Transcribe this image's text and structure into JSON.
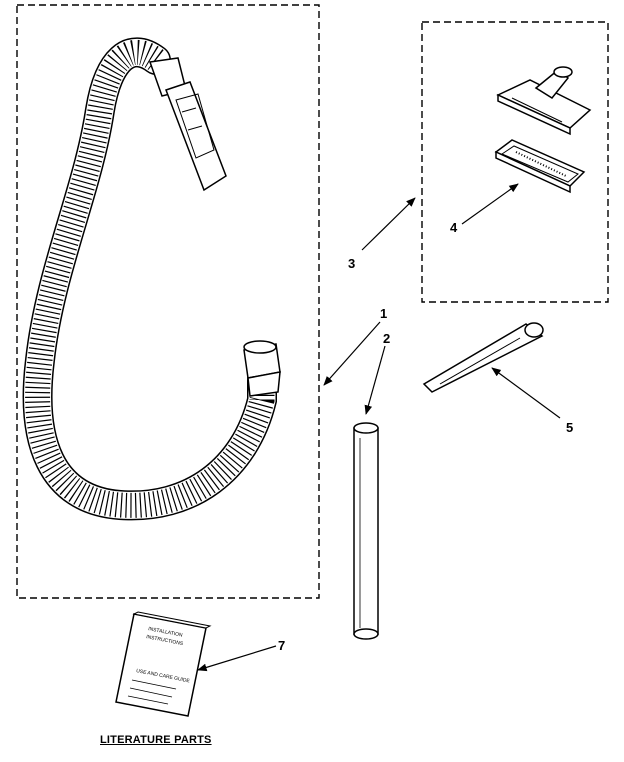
{
  "callouts": {
    "c1": "1",
    "c2": "2",
    "c3": "3",
    "c4": "4",
    "c5": "5",
    "c7": "7"
  },
  "literature_caption": "LITERATURE PARTS",
  "booklet_text": {
    "l1": "INSTALLATION",
    "l2": "INSTRUCTIONS",
    "l3": "USE AND CARE GUIDE"
  },
  "colors": {
    "line": "#000000",
    "background": "#ffffff"
  },
  "icons": [
    "hose-icon",
    "floor-brush-icon",
    "dusting-brush-icon",
    "wand-icon",
    "crevice-tool-icon",
    "booklet-icon"
  ]
}
